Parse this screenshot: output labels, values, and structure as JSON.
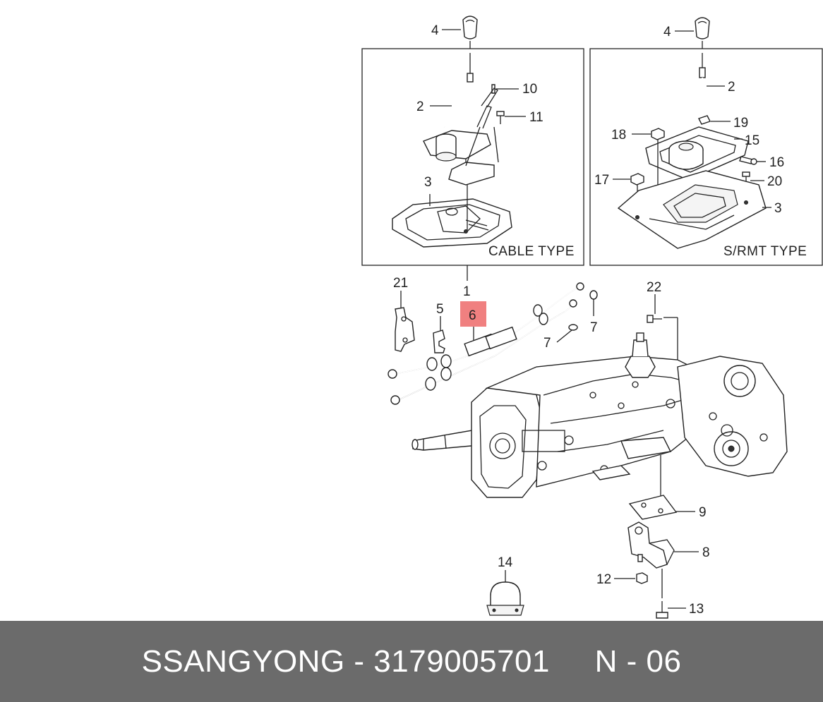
{
  "labels": {
    "cable_box": {
      "knob": "4",
      "lever": "2",
      "clip": "10",
      "bolt": "11",
      "plate": "3",
      "caption": "CABLE TYPE"
    },
    "rmt_box": {
      "knob": "4",
      "lever": "2",
      "clip": "19",
      "housing": "15",
      "bolt_16": "16",
      "nut_18": "18",
      "nut_17": "17",
      "bolt_20": "20",
      "plate": "3",
      "caption": "S/RMT TYPE"
    },
    "assembly": "1",
    "bracket": "21",
    "retainer": "5",
    "cable": "6",
    "washer_top": "7",
    "washer_mid": "7",
    "bolt_22": "22",
    "pad": "9",
    "mount": "8",
    "nut_12": "12",
    "bolt_13": "13",
    "plug": "14"
  },
  "highlight_color": "#f08080",
  "footer": {
    "text": "SSANGYONG - 3179005701     N - 06"
  }
}
